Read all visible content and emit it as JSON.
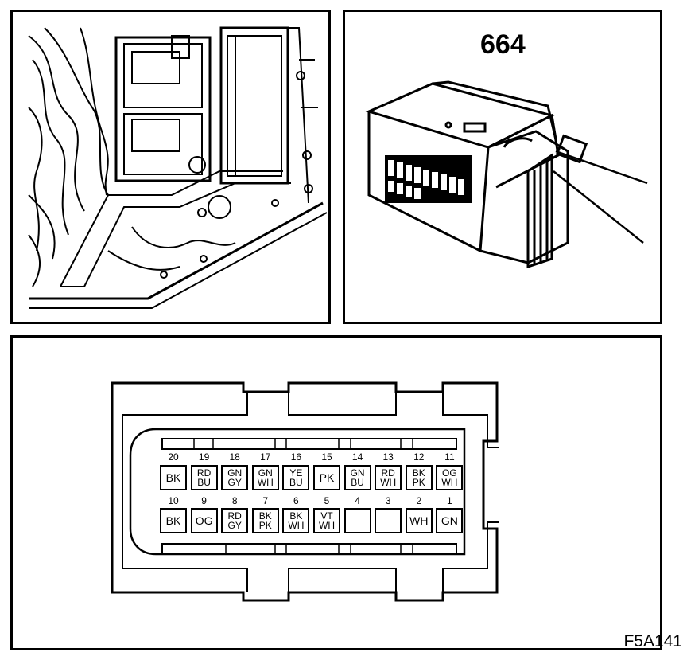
{
  "connector": {
    "number": "664",
    "pins_top_row": [
      {
        "num": "20",
        "lines": [
          "BK"
        ]
      },
      {
        "num": "19",
        "lines": [
          "RD",
          "BU"
        ]
      },
      {
        "num": "18",
        "lines": [
          "GN",
          "GY"
        ]
      },
      {
        "num": "17",
        "lines": [
          "GN",
          "WH"
        ]
      },
      {
        "num": "16",
        "lines": [
          "YE",
          "BU"
        ]
      },
      {
        "num": "15",
        "lines": [
          "PK"
        ]
      },
      {
        "num": "14",
        "lines": [
          "GN",
          "BU"
        ]
      },
      {
        "num": "13",
        "lines": [
          "RD",
          "WH"
        ]
      },
      {
        "num": "12",
        "lines": [
          "BK",
          "PK"
        ]
      },
      {
        "num": "11",
        "lines": [
          "OG",
          "WH"
        ]
      }
    ],
    "pins_bottom_row": [
      {
        "num": "10",
        "lines": [
          "BK"
        ]
      },
      {
        "num": "9",
        "lines": [
          "OG"
        ]
      },
      {
        "num": "8",
        "lines": [
          "RD",
          "GY"
        ]
      },
      {
        "num": "7",
        "lines": [
          "BK",
          "PK"
        ]
      },
      {
        "num": "6",
        "lines": [
          "BK",
          "WH"
        ]
      },
      {
        "num": "5",
        "lines": [
          "VT",
          "WH"
        ]
      },
      {
        "num": "4",
        "lines": []
      },
      {
        "num": "3",
        "lines": []
      },
      {
        "num": "2",
        "lines": [
          "WH"
        ]
      },
      {
        "num": "1",
        "lines": [
          "GN"
        ]
      }
    ]
  },
  "figure_ref": "F5A141"
}
